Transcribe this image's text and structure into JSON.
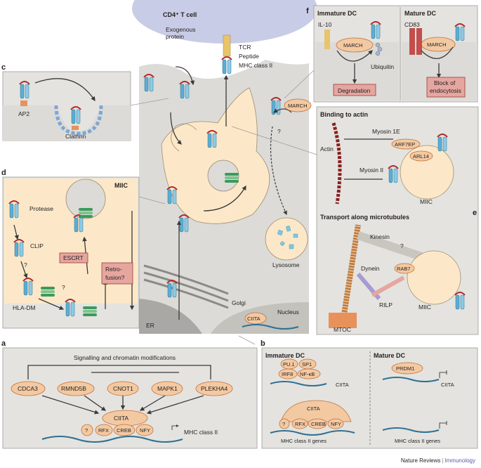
{
  "panel_letters": {
    "a": "a",
    "b": "b",
    "c": "c",
    "d": "d",
    "e": "e",
    "f": "f"
  },
  "center": {
    "t_cell": "CD4⁺ T cell",
    "exogenous_protein_line1": "Exogenous",
    "exogenous_protein_line2": "protein",
    "tcr": "TCR",
    "peptide": "Peptide",
    "mhc_class_ii": "MHC class II",
    "lysosome": "Lysosome",
    "golgi": "Golgi",
    "er": "ER",
    "nucleus": "Nucleus",
    "ciita": "CIITA",
    "march": "MARCH",
    "question": "?"
  },
  "panel_a": {
    "title": "Signalling and chromatin modifications",
    "nodes": [
      "CDCA3",
      "RMND5B",
      "CNOT1",
      "MAPK1",
      "PLEKHA4"
    ],
    "ciita": "CIITA",
    "factors": [
      "?",
      "RFX",
      "CREB",
      "NFY"
    ],
    "gene": "MHC class II"
  },
  "panel_b": {
    "immature_title": "Immature DC",
    "mature_title": "Mature DC",
    "immature_factors": [
      "PU.1",
      "SP1",
      "IRF8",
      "NF-κB"
    ],
    "ciita_gene": "CIITA",
    "prdm1": "PRDM1",
    "ciita_mature_gene": "CIITA",
    "ciita_complex": "CIITA",
    "complex_factors": [
      "?",
      "RFX",
      "CREB",
      "NFY"
    ],
    "genes_label": "MHC class II genes",
    "genes_label_mature": "MHC class II genes"
  },
  "panel_c": {
    "ap2": "AP2",
    "clathrin": "Clathrin"
  },
  "panel_d": {
    "miic": "MIIC",
    "protease": "Protease",
    "clip": "CLIP",
    "question": "?",
    "question2": "?",
    "hla_dm": "HLA-DM",
    "escrt": "ESCRT",
    "retro_line1": "Retro-",
    "retro_line2": "fusion?"
  },
  "panel_e": {
    "binding_title": "Binding to actin",
    "myosin_1e": "Myosin 1E",
    "arf7ep": "ARF7EP",
    "arl14": "ARL14",
    "actin": "Actin",
    "myosin_ii": "Myosin II",
    "miic": "MIIC",
    "transport_title": "Transport along microtubules",
    "kinesin": "Kinesin",
    "question": "?",
    "dynein": "Dynein",
    "rab7": "RAB7",
    "rilp": "RILP",
    "miic2": "MIIC",
    "mtoc": "MTOC"
  },
  "panel_f": {
    "immature_title": "Immature DC",
    "mature_title": "Mature DC",
    "il10": "IL-10",
    "march": "MARCH",
    "ubiquitin": "Ubiquitin",
    "degradation": "Degradation",
    "cd83": "CD83",
    "march_mature": "MARCH",
    "block_line1": "Block of",
    "block_line2": "endocytosis"
  },
  "credit": {
    "journal": "Nature Reviews",
    "separator": "|",
    "section": "Immunology"
  },
  "colors": {
    "panel_bg": "#e4e3df",
    "orange_node": "#f3c9a2",
    "mhc_blue": "#5aaed3",
    "peptide_red": "#b3282d",
    "hla_dm_green": "#3d9a5b",
    "red_box": "#e6a6a0"
  }
}
